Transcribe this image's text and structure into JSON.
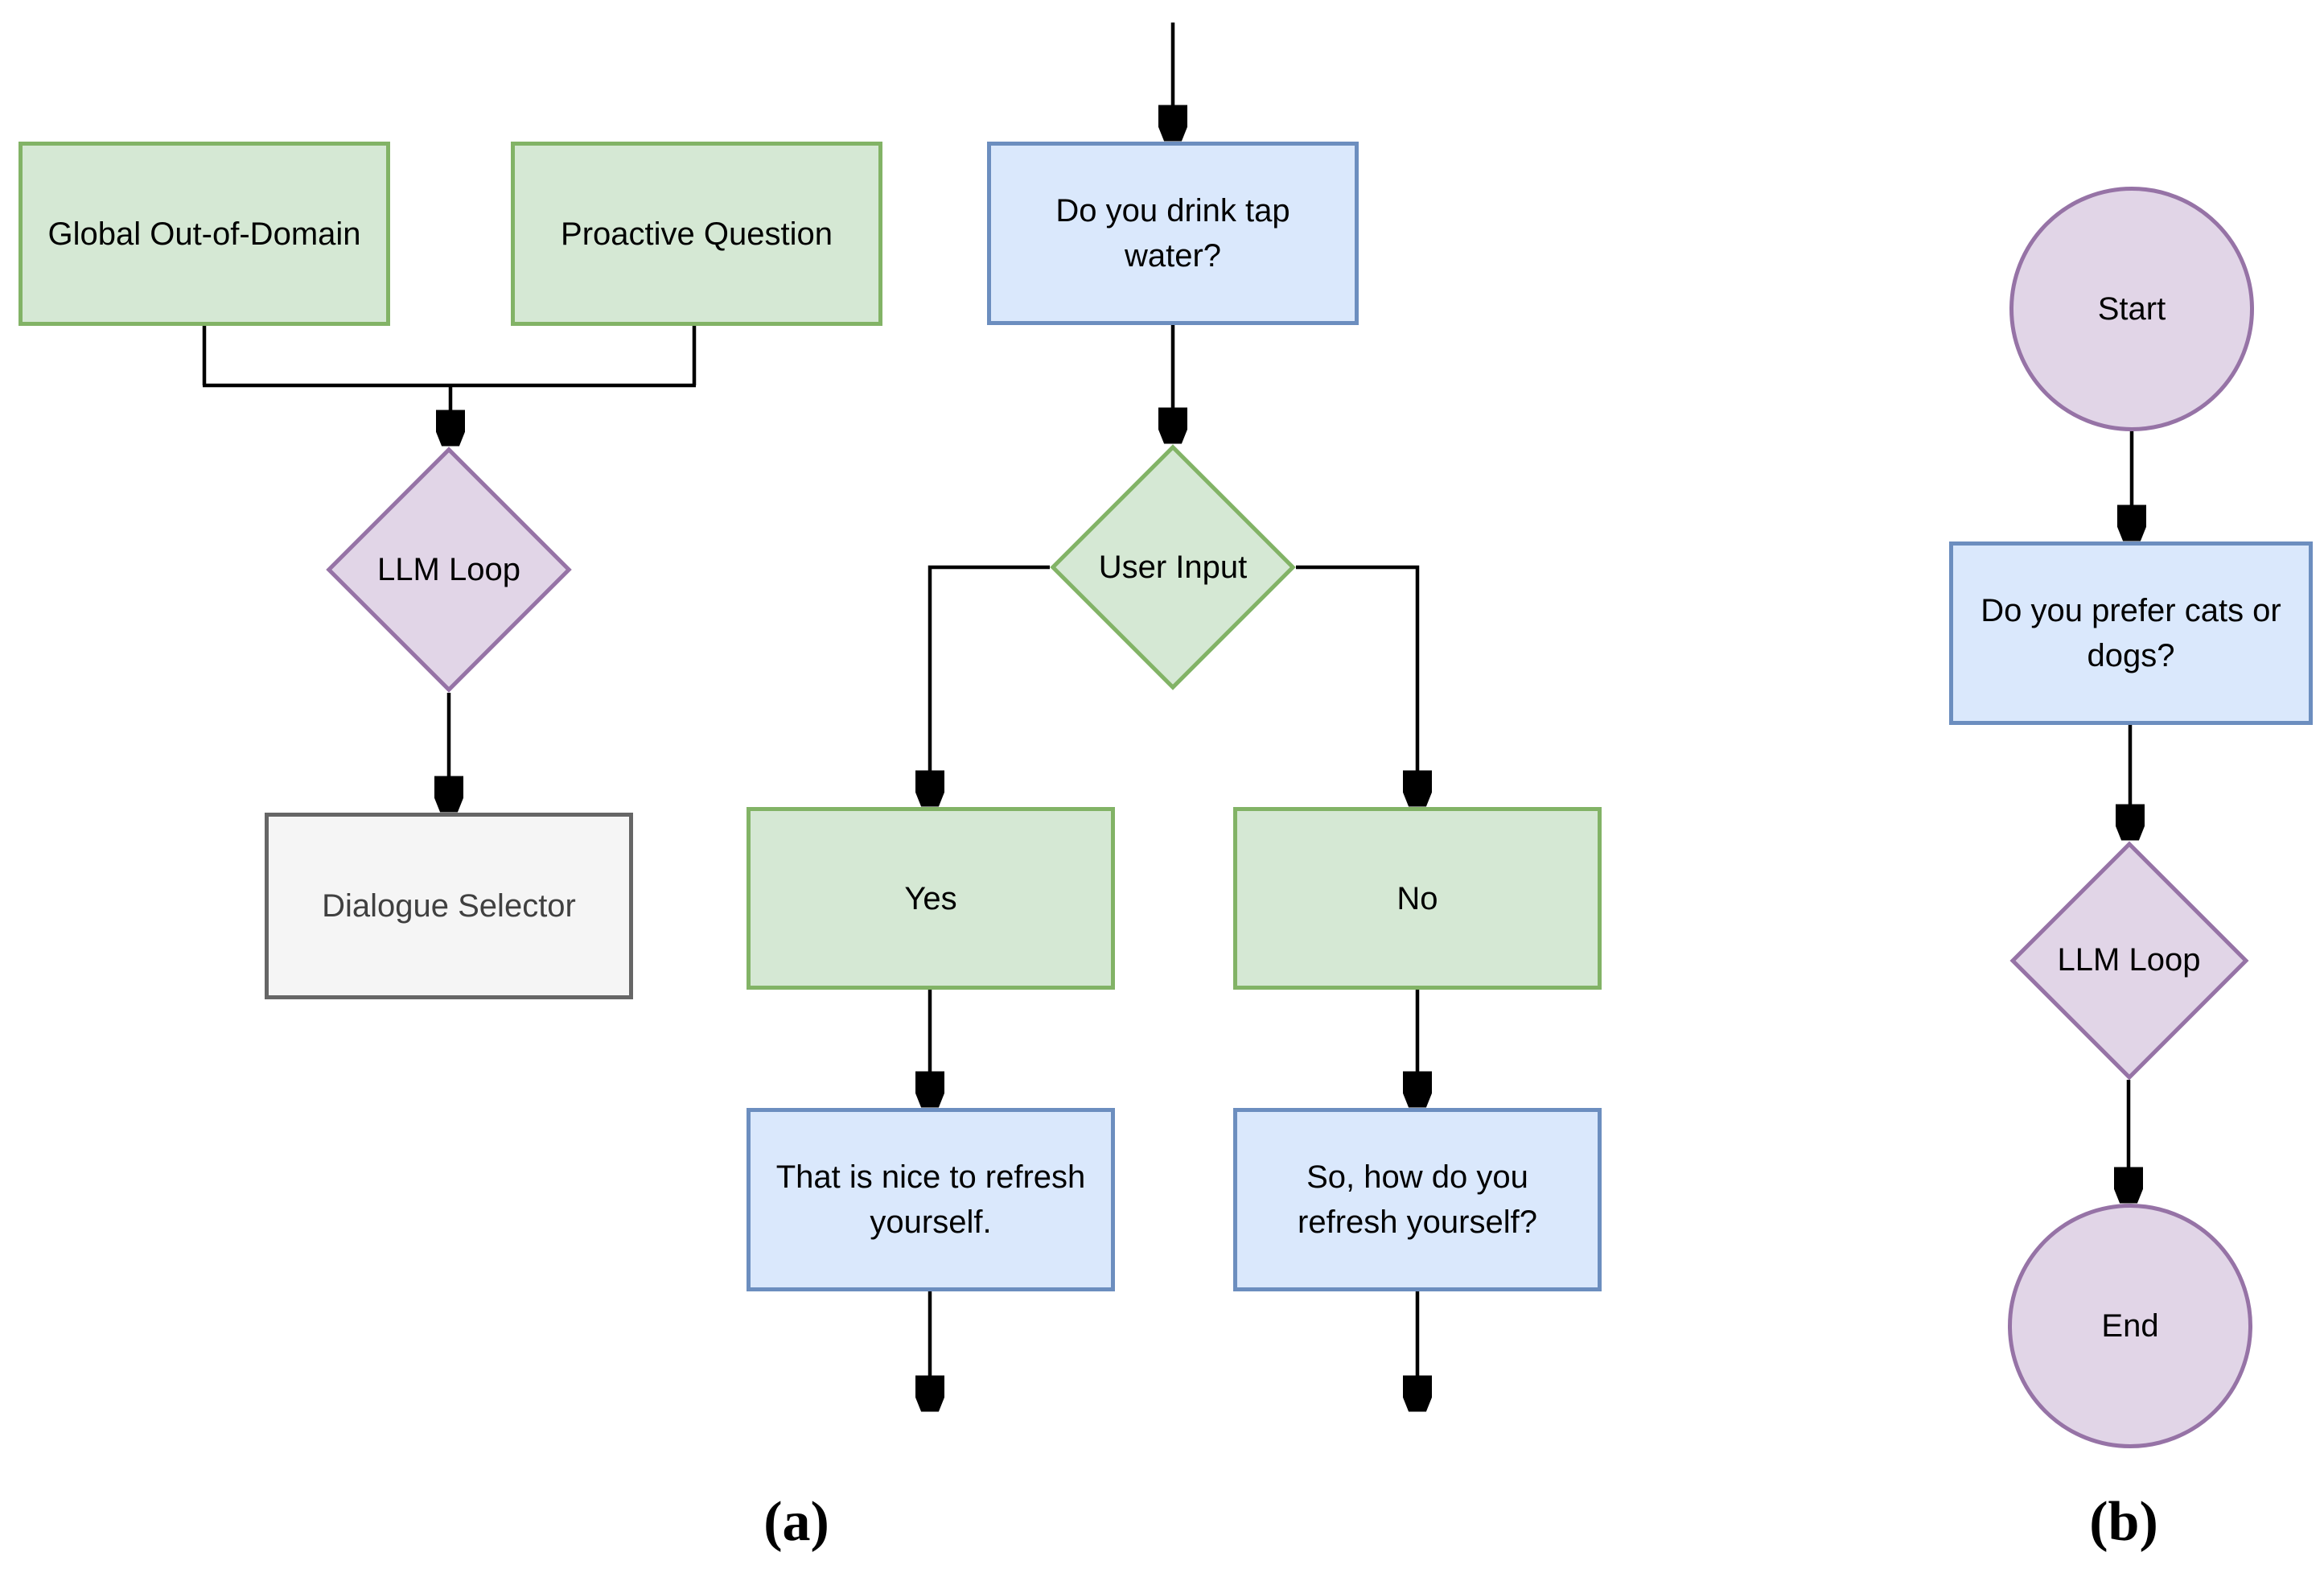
{
  "figure": {
    "label_a": "(a)",
    "label_b": "(b)"
  },
  "palette": {
    "green_fill": "#D5E8D4",
    "green_stroke": "#82B366",
    "blue_fill": "#DAE8FC",
    "blue_stroke": "#6C8EBF",
    "purple_fill": "#E1D5E7",
    "purple_stroke": "#9673A6",
    "gray_fill": "#F5F5F5",
    "gray_stroke": "#666666",
    "edge_color": "#000000"
  },
  "a": {
    "nodes": {
      "global_out_of_domain": "Global Out-of-Domain",
      "proactive_question": "Proactive Question",
      "llm_loop": "LLM Loop",
      "dialogue_selector": "Dialogue Selector",
      "tap_water_question": "Do you drink tap water?",
      "user_input": "User Input",
      "yes_label": "Yes",
      "no_label": "No",
      "yes_response": "That is nice to refresh yourself.",
      "no_response": "So, how do you refresh yourself?"
    }
  },
  "b": {
    "nodes": {
      "start": "Start",
      "cats_dogs_question": "Do you prefer cats or dogs?",
      "llm_loop": "LLM Loop",
      "end": "End"
    }
  }
}
